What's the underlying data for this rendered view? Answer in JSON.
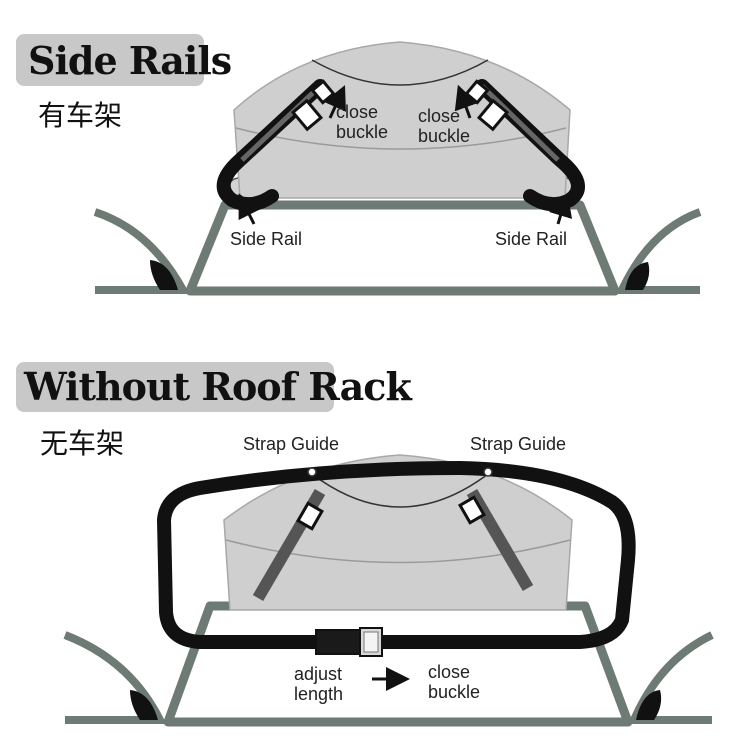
{
  "sections": {
    "side_rails": {
      "title": "Side Rails",
      "subtitle": "有车架",
      "left_label": "Side Rail",
      "right_label": "Side Rail",
      "left_buckle_line1": "close",
      "left_buckle_line2": "buckle",
      "right_buckle_line1": "close",
      "right_buckle_line2": "buckle"
    },
    "without_roof_rack": {
      "title": "Without Roof Rack",
      "subtitle": "无车架",
      "left_guide": "Strap Guide",
      "right_guide": "Strap Guide",
      "adjust_line1": "adjust",
      "adjust_line2": "length",
      "close_line1": "close",
      "close_line2": "buckle"
    }
  },
  "colors": {
    "label_bg": "#c8c8c8",
    "bag_fill": "#cfcfcf",
    "car_outline": "#6e7a74",
    "strap": "#111111"
  }
}
